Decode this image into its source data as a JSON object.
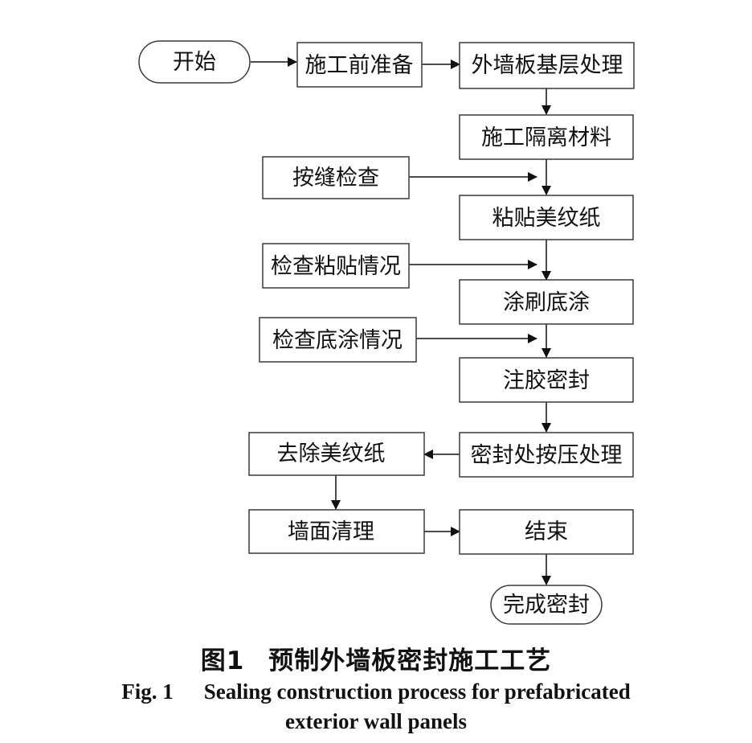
{
  "nodes": {
    "start": "开始",
    "prep": "施工前准备",
    "base_treatment": "外墙板基层处理",
    "isolation": "施工隔离材料",
    "joint_check": "按缝检查",
    "paper": "粘贴美纹纸",
    "paste_check": "检查粘贴情况",
    "primer": "涂刷底涂",
    "primer_check": "检查底涂情况",
    "sealant": "注胶密封",
    "press": "密封处按压处理",
    "remove_paper": "去除美纹纸",
    "clean": "墙面清理",
    "finish": "结束",
    "complete": "完成密封"
  },
  "caption": {
    "cn_number": "图1",
    "cn_title": "预制外墙板密封施工工艺",
    "en_number": "Fig. 1",
    "en_title_line1": "Sealing construction process for prefabricated",
    "en_title_line2": "exterior wall panels"
  }
}
